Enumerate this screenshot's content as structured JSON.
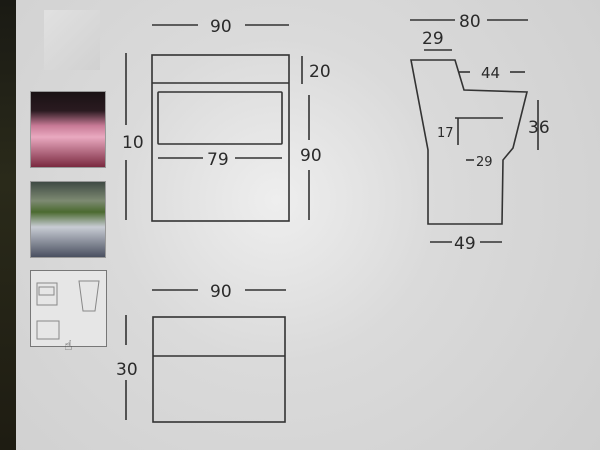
{
  "thumbnails": [
    {
      "name": "product-render"
    },
    {
      "name": "bar-night-photo"
    },
    {
      "name": "bar-garden-photo"
    },
    {
      "name": "dimension-drawing"
    }
  ],
  "front_view": {
    "width": "90",
    "height": "10",
    "top_band": "20",
    "inner_width": "79",
    "body_height": "90"
  },
  "side_view": {
    "top_width": "80",
    "lip": "29",
    "top_inner": "44",
    "shelf_height": "17",
    "right_height": "36",
    "shelf_depth": "29",
    "base_width": "49"
  },
  "bottom_view": {
    "width": "90",
    "height": "30"
  }
}
